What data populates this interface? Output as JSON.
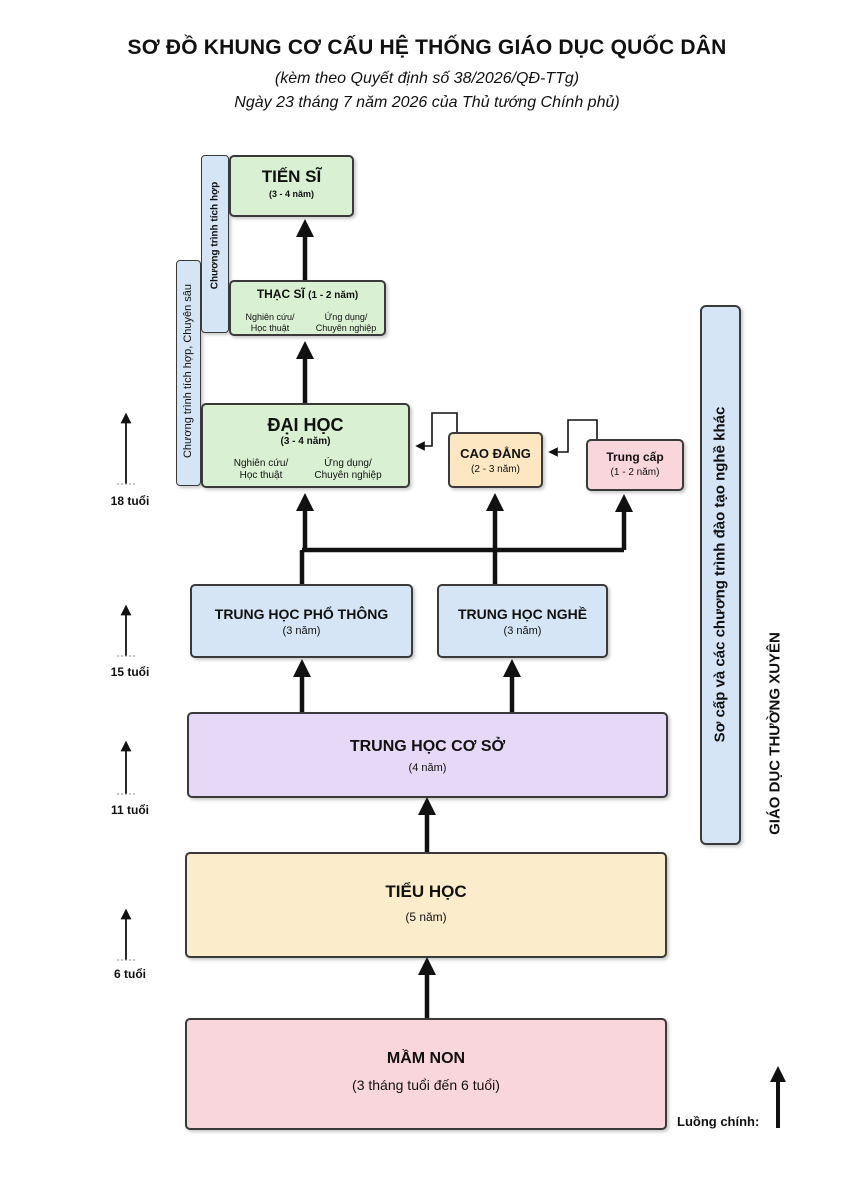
{
  "header": {
    "title": "SƠ ĐỒ KHUNG CƠ CẤU HỆ THỐNG GIÁO DỤC QUỐC DÂN",
    "subtitle1": "(kèm theo Quyết định số 38/2026/QĐ-TTg)",
    "subtitle2": "Ngày 23 tháng 7 năm 2026 của Thủ tướng Chính phủ)"
  },
  "colors": {
    "green": "#d9f0d3",
    "blue": "#d5e5f5",
    "purple": "#e6d8f7",
    "yellow": "#fbeccb",
    "pink": "#f9d5dc",
    "orange": "#fde7c3",
    "stroke": "#3a3a3a",
    "arrow": "#111111"
  },
  "boxes": {
    "tien_si": {
      "title": "TIẾN SĨ",
      "duration": "(3 - 4 năm)"
    },
    "thac_si": {
      "title": "THẠC SĨ",
      "duration": "(1 - 2 năm)",
      "left_line1": "Nghiên cứu/",
      "left_line2": "Học thuật",
      "right_line1": "Ứng dụng/",
      "right_line2": "Chuyên nghiệp"
    },
    "dai_hoc": {
      "title": "ĐẠI HỌC",
      "duration": "(3 - 4 năm)",
      "left_line1": "Nghiên cứu/",
      "left_line2": "Học thuật",
      "right_line1": "Ứng dụng/",
      "right_line2": "Chuyên nghiệp"
    },
    "cao_dang": {
      "title": "CAO ĐẲNG",
      "duration": "(2 - 3 năm)"
    },
    "trung_cap": {
      "title": "Trung cấp",
      "duration": "(1 - 2 năm)"
    },
    "thpt": {
      "title": "TRUNG HỌC PHỔ THÔNG",
      "duration": "(3 năm)"
    },
    "thn": {
      "title": "TRUNG HỌC NGHỀ",
      "duration": "(3 năm)"
    },
    "thcs": {
      "title": "TRUNG HỌC CƠ SỞ",
      "duration": "(4 năm)"
    },
    "tieu_hoc": {
      "title": "TIỂU HỌC",
      "duration": "(5 năm)"
    },
    "mam_non": {
      "title": "MẦM NON",
      "duration": "(3 tháng tuổi đến 6 tuổi)"
    }
  },
  "side": {
    "integrated": "Chương trình tích hợp",
    "integrated_specialized": "Chương trình tích hợp, Chuyên sâu",
    "vocational": "Sơ cấp và các chương trình đào tạo nghề khác",
    "continuing": "GIÁO DỤC THƯỜNG XUYÊN"
  },
  "ages": [
    "18 tuổi",
    "15 tuổi",
    "11 tuổi",
    "6 tuổi"
  ],
  "legend": {
    "main_flow": "Luồng chính:"
  }
}
